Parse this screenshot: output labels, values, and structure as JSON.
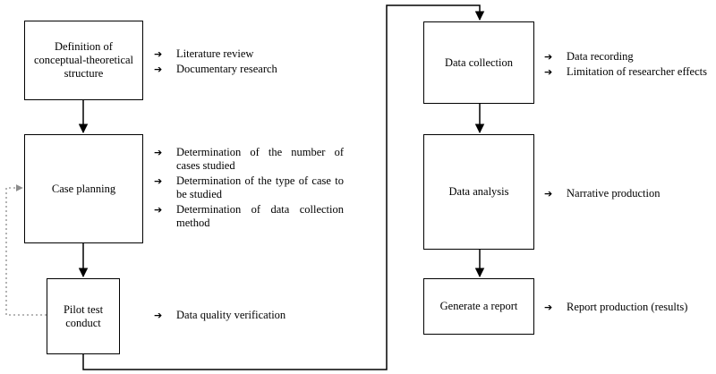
{
  "colors": {
    "line": "#000000",
    "dotted_feedback": "#8c8c8c",
    "background": "#ffffff"
  },
  "arrow_icon_glyph": "➔",
  "boxes": {
    "definition": "Definition of conceptual-theoretical structure",
    "case_planning": "Case planning",
    "pilot_test": "Pilot test conduct",
    "data_collection": "Data collection",
    "data_analysis": "Data analysis",
    "generate_report": "Generate a report"
  },
  "bullets": {
    "definition": [
      "Literature review",
      "Documentary research"
    ],
    "case_planning": [
      "Determination of the number of cases studied",
      "Determination of the type of case to be studied",
      "Determination of data collection method"
    ],
    "pilot_test": [
      "Data quality verification"
    ],
    "data_collection": [
      "Data recording",
      "Limitation of researcher effects"
    ],
    "data_analysis": [
      "Narrative production"
    ],
    "generate_report": [
      "Report production (results)"
    ]
  }
}
